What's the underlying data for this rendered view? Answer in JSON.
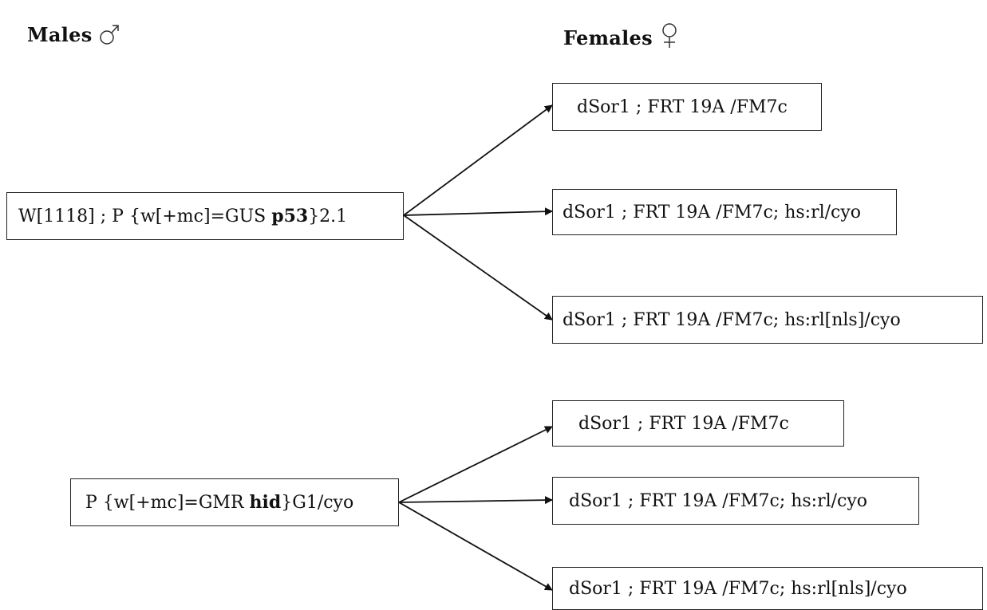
{
  "headings": {
    "males": "Males",
    "females": "Females"
  },
  "males": {
    "m1": {
      "pre": "W[1118] ; P {w[+mc]=GUS ",
      "bold": "p53",
      "post": "}2.1"
    },
    "m2": {
      "pre": "P {w[+mc]=GMR ",
      "bold": "hid",
      "post": "}G1/cyo"
    }
  },
  "females": {
    "f1": "dSor1 ; FRT 19A /FM7c",
    "f2": "dSor1 ; FRT 19A /FM7c; hs:rl/cyo",
    "f3": "dSor1 ; FRT 19A /FM7c; hs:rl[nls]/cyo",
    "f4": "dSor1 ; FRT 19A /FM7c",
    "f5": "dSor1 ; FRT 19A /FM7c; hs:rl/cyo",
    "f6": "dSor1 ; FRT 19A /FM7c; hs:rl[nls]/cyo"
  },
  "colors": {
    "line": "#111111",
    "box_border": "#222222"
  }
}
